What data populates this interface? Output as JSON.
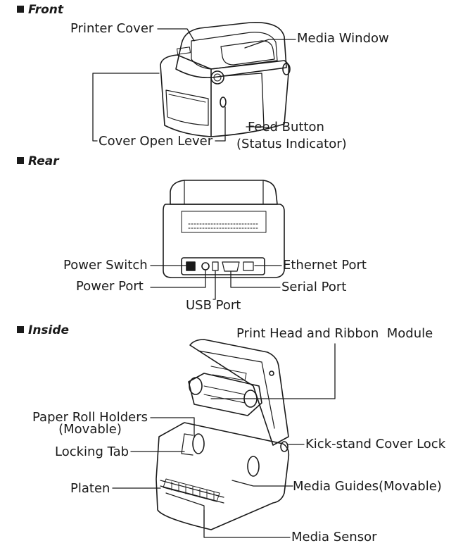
{
  "sections": {
    "front": "Front",
    "rear": "Rear",
    "inside": "Inside"
  },
  "labels": {
    "printer_cover": "Printer Cover",
    "media_window": "Media Window",
    "feed_button": "Feed Button",
    "status_indicator": "(Status Indicator)",
    "cover_open_lever": "Cover Open Lever",
    "power_switch": "Power Switch",
    "power_port": "Power Port",
    "usb_port": "USB Port",
    "ethernet_port": "Ethernet Port",
    "serial_port": "Serial Port",
    "print_head_module": "Print Head and Ribbon  Module",
    "paper_roll_holders": "Paper Roll Holders",
    "movable": "(Movable)",
    "locking_tab": "Locking Tab",
    "kickstand_cover_lock": "Kick-stand Cover Lock",
    "platen": "Platen",
    "media_guides": "Media Guides(Movable)",
    "media_sensor": "Media Sensor"
  }
}
